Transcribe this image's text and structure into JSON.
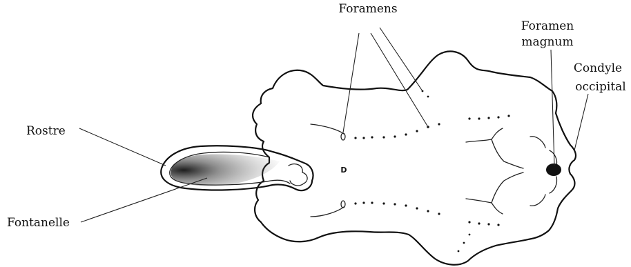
{
  "labels": {
    "foramens": "Foramens",
    "foramen_magnum_line1": "Foramen",
    "foramen_magnum_line2": "magnum",
    "condyle_line1": "Condyle",
    "condyle_line2": "occipital",
    "rostre": "Rostre",
    "fontanelle": "Fontanelle",
    "center_mark": "D"
  },
  "colors": {
    "ink": "#111111",
    "background": "#ffffff"
  }
}
